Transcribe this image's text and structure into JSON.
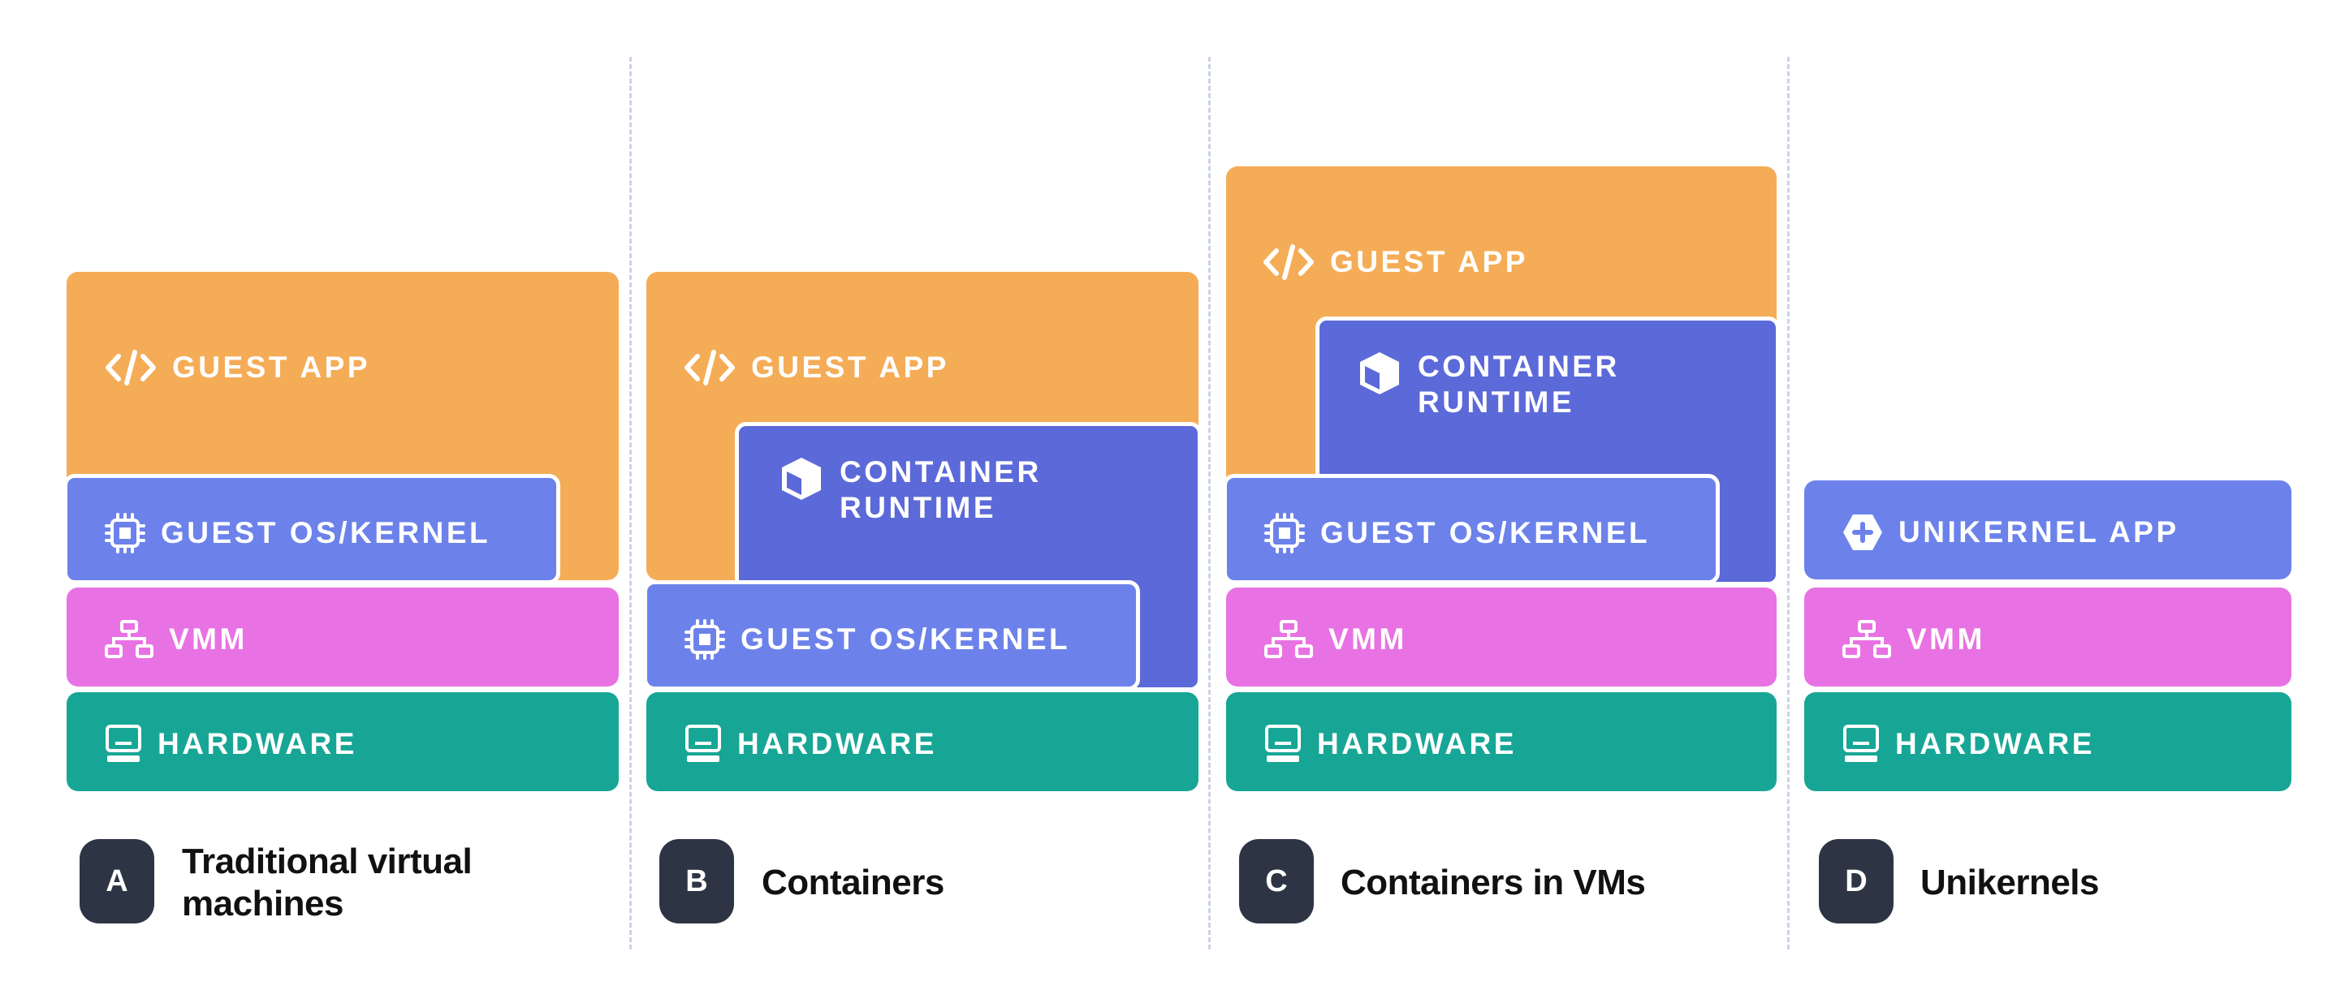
{
  "labels": {
    "guest_app": "GUEST APP",
    "guest_os": "GUEST OS/KERNEL",
    "container_runtime": "CONTAINER RUNTIME",
    "vmm": "VMM",
    "hardware": "HARDWARE",
    "unikernel_app": "UNIKERNEL APP"
  },
  "columns": [
    {
      "letter": "A",
      "caption": "Traditional virtual machines"
    },
    {
      "letter": "B",
      "caption": "Containers"
    },
    {
      "letter": "C",
      "caption": "Containers in VMs"
    },
    {
      "letter": "D",
      "caption": "Unikernels"
    }
  ],
  "colors": {
    "guest_app": "#F5AC57",
    "container_runtime": "#5C69D9",
    "guest_os": "#6C82EA",
    "vmm": "#E872E3",
    "hardware": "#17A695",
    "badge": "#2D3545",
    "divider": "#C9D3E6"
  },
  "icons": {
    "guest_app": "code-icon",
    "guest_os": "chip-icon",
    "container_runtime": "cube-icon",
    "vmm": "network-icon",
    "hardware": "computer-icon",
    "unikernel_app": "hexagon-plus-icon"
  }
}
